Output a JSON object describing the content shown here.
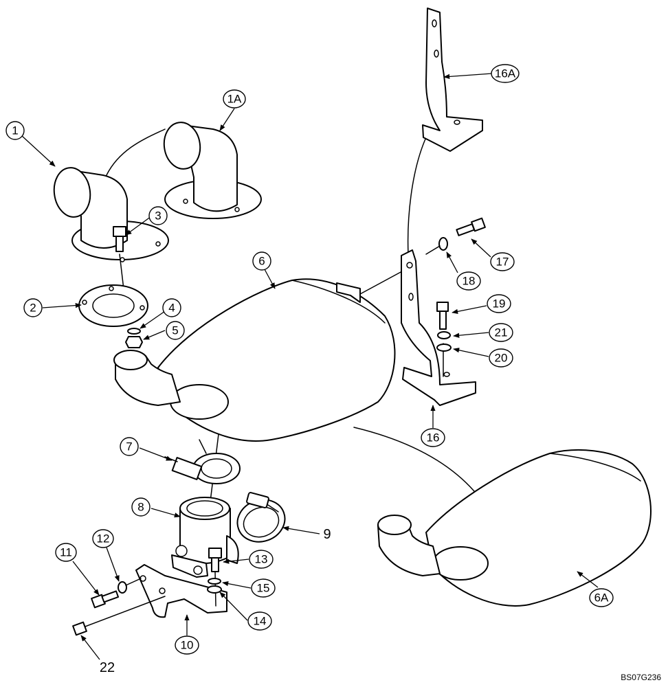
{
  "drawing_code": "BS07G236",
  "callouts": [
    {
      "label": "1"
    },
    {
      "label": "1A"
    },
    {
      "label": "2"
    },
    {
      "label": "3"
    },
    {
      "label": "4"
    },
    {
      "label": "5"
    },
    {
      "label": "6"
    },
    {
      "label": "6A"
    },
    {
      "label": "7"
    },
    {
      "label": "8"
    },
    {
      "label": "11"
    },
    {
      "label": "12"
    },
    {
      "label": "10"
    },
    {
      "label": "13"
    },
    {
      "label": "14"
    },
    {
      "label": "15"
    },
    {
      "label": "16"
    },
    {
      "label": "16A"
    },
    {
      "label": "17"
    },
    {
      "label": "18"
    },
    {
      "label": "19"
    },
    {
      "label": "20"
    },
    {
      "label": "21"
    }
  ],
  "plain_labels": [
    {
      "label": "9"
    },
    {
      "label": "22"
    }
  ]
}
